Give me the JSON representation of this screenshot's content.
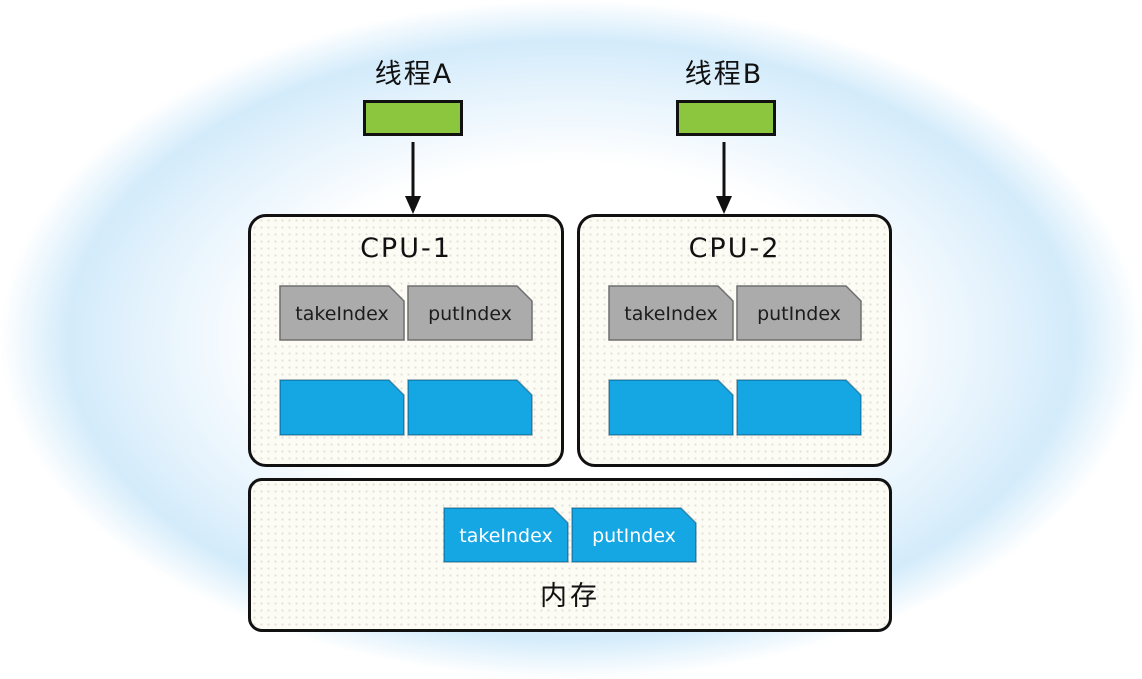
{
  "threads": [
    {
      "label": "线程A"
    },
    {
      "label": "线程B"
    }
  ],
  "cpus": [
    {
      "title": "CPU-1",
      "registers": [
        "takeIndex",
        "putIndex"
      ]
    },
    {
      "title": "CPU-2",
      "registers": [
        "takeIndex",
        "putIndex"
      ]
    }
  ],
  "memory": {
    "title": "内存",
    "cells": [
      "takeIndex",
      "putIndex"
    ]
  },
  "colors": {
    "thread_green": "#8CC63F",
    "cell_blue": "#15A6E4",
    "register_gray": "#ABABAB",
    "outline": "#111111",
    "glow_blue": "#CFE9FA"
  }
}
